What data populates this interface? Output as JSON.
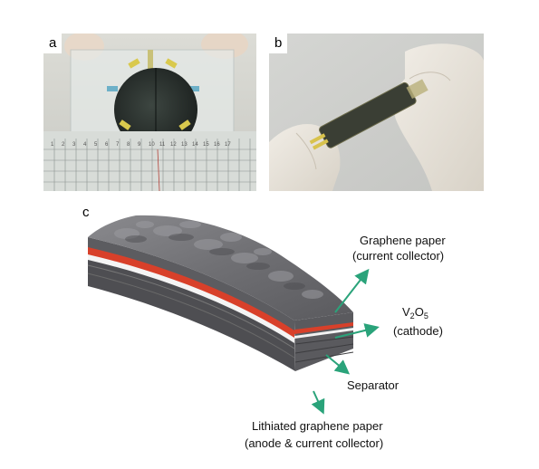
{
  "panels": {
    "a": {
      "letter": "a",
      "description": "photo of round graphene/V2O5 cathode disc on glass over a ruler"
    },
    "b": {
      "letter": "b",
      "description": "photo of gloved hands flexing a rolled battery"
    },
    "c": {
      "letter": "c"
    }
  },
  "ruler": {
    "ticks": [
      "1",
      "2",
      "3",
      "4",
      "5",
      "6",
      "7",
      "8",
      "9",
      "10",
      "11",
      "12",
      "13",
      "14",
      "15",
      "16",
      "17"
    ]
  },
  "labels": {
    "graphene_line1": "Graphene paper",
    "graphene_line2": "(current collector)",
    "v2o5_v": "V",
    "v2o5_sub1": "2",
    "v2o5_o": "O",
    "v2o5_sub2": "5",
    "v2o5_line2": "(cathode)",
    "separator": "Separator",
    "lithiated_line1": "Lithiated graphene paper",
    "lithiated_line2": "(anode & current collector)"
  },
  "colors": {
    "arrow": "#2aa37a",
    "cathode_layer": "#d8402a",
    "separator_layer": "#f4f4f4",
    "graphene_top": "#7d7d80"
  }
}
